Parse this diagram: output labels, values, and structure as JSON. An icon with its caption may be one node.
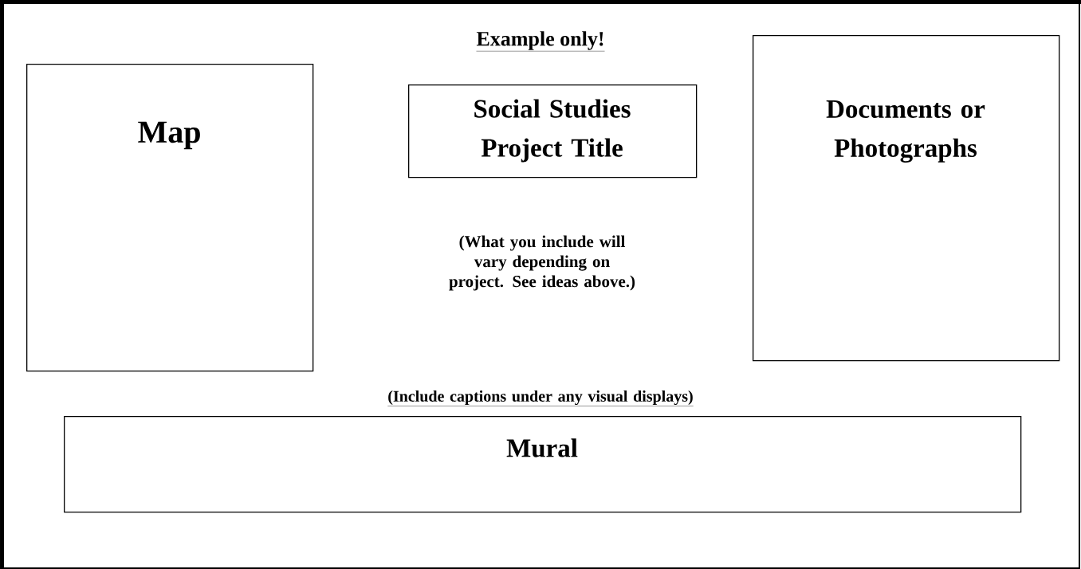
{
  "diagram": {
    "title": "Example only!",
    "nodes": [
      {
        "text": [
          "Map"
        ]
      },
      {
        "text": [
          "Social Studies Project Title"
        ]
      },
      {
        "text": [
          "Documents or Photographs"
        ]
      },
      {
        "text": [
          "Mural"
        ]
      }
    ],
    "labels": [
      "(What you include will vary depending on project. See ideas above.)",
      "(Include captions under any visual displays)"
    ]
  }
}
